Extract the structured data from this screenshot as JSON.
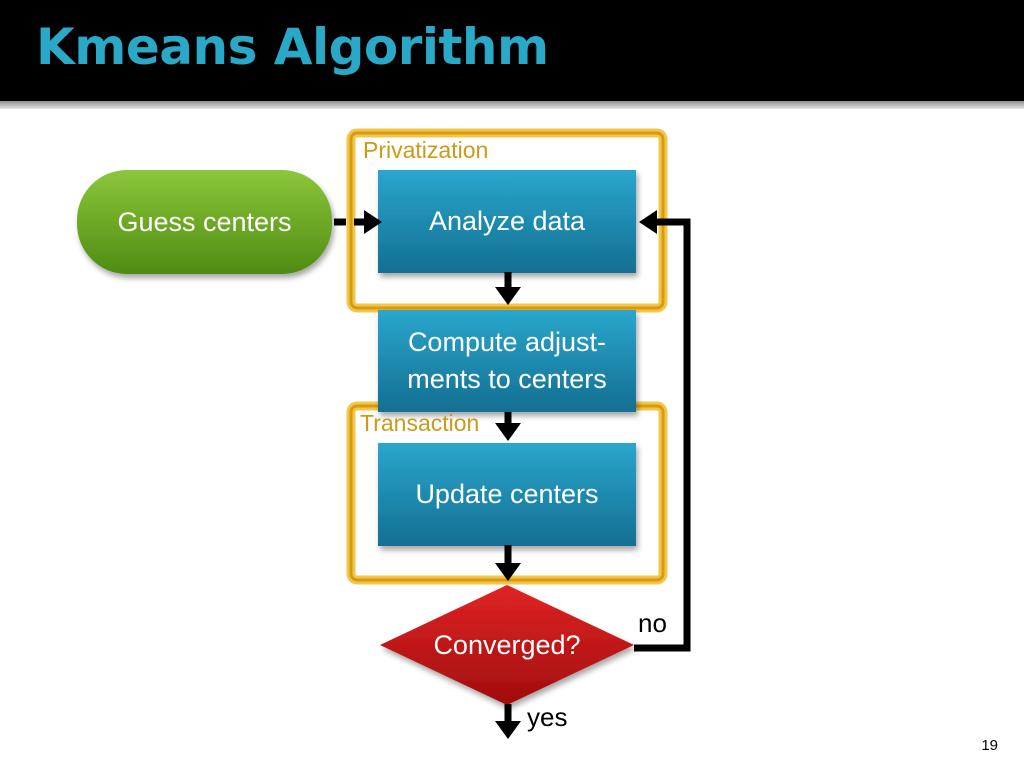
{
  "slide": {
    "title": "Kmeans Algorithm",
    "page_number": "19"
  },
  "diagram": {
    "start": {
      "label": "Guess centers"
    },
    "regions": {
      "privatization": "Privatization",
      "transaction": "Transaction"
    },
    "steps": {
      "analyze": "Analyze data",
      "compute": "Compute adjust-ments to centers",
      "update": "Update centers"
    },
    "decision": {
      "label": "Converged?"
    },
    "edges": {
      "no": "no",
      "yes": "yes"
    }
  },
  "colors": {
    "title": "#2aa8c8",
    "process_box": "#1f8fb4",
    "start_box": "#6ea81f",
    "decision": "#c41a1a",
    "region_border": "#e3a91c",
    "region_label": "#c89b19"
  }
}
